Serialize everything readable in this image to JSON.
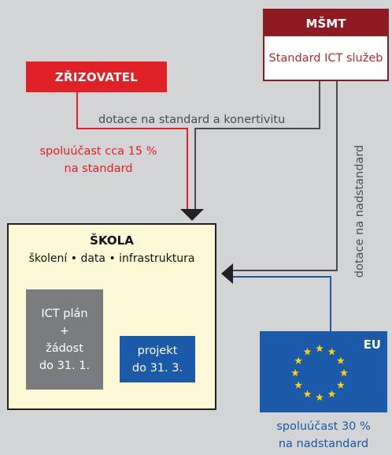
{
  "zrizovatel": {
    "label": "ZŘIZOVATEL"
  },
  "msmt": {
    "title": "MŠMT",
    "subtitle": "Standard ICT služeb"
  },
  "arrows": {
    "dotace_standard": "dotace na standard a konertivitu",
    "spoluucast_red_line1": "spoluúčast cca 15 %",
    "spoluucast_red_line2": "na standard",
    "dotace_nadstandard": "dotace na nadstandard"
  },
  "skola": {
    "title": "ŠKOLA",
    "subtitle": "školení • data • infrastruktura",
    "ict": {
      "line1": "ICT plán",
      "line2": "+",
      "line3": "žádost",
      "line4": "do 31. 1."
    },
    "projekt": {
      "line1": "projekt",
      "line2": "do 31. 3."
    }
  },
  "eu": {
    "label": "EU",
    "spoluucast_line1": "spoluúčast 30 %",
    "spoluucast_line2": "na nadstandard"
  },
  "colors": {
    "red": "#e02128",
    "dark_red": "#8e1b22",
    "blue": "#1a5aa8",
    "grey_box": "#7b7c7f",
    "school_bg": "#fdf9d6",
    "eu_star": "#ffd200"
  }
}
